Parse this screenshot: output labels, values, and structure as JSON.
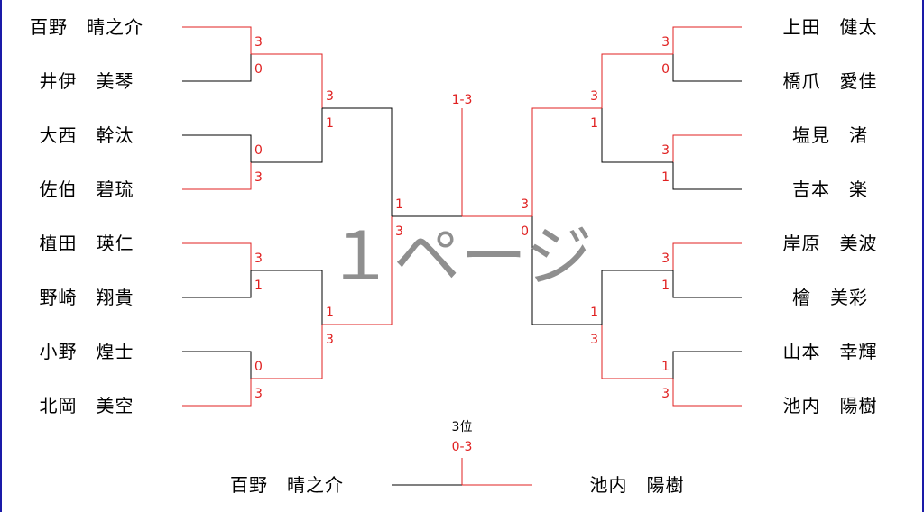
{
  "colors": {
    "winner_line": "#e02020",
    "loser_line": "#000000",
    "score_text": "#e02020",
    "watermark": "#8f8f8f",
    "frame": "#1a1aa8"
  },
  "watermark": "１ページ",
  "left_players": [
    "百野　晴之介",
    "井伊　美琴",
    "大西　幹汰",
    "佐伯　碧琉",
    "植田　瑛仁",
    "野崎　翔貴",
    "小野　煌士",
    "北岡　美空"
  ],
  "right_players": [
    "上田　健太",
    "橋爪　愛佳",
    "塩見　渚",
    "吉本　楽",
    "岸原　美波",
    "檜　美彩",
    "山本　幸輝",
    "池内　陽樹"
  ],
  "left_r1_scores": [
    [
      "3",
      "0"
    ],
    [
      "0",
      "3"
    ],
    [
      "3",
      "1"
    ],
    [
      "0",
      "3"
    ]
  ],
  "left_r2_scores": [
    [
      "3",
      "1"
    ],
    [
      "1",
      "3"
    ]
  ],
  "left_semi_scores": [
    "1",
    "3"
  ],
  "right_r1_scores": [
    [
      "3",
      "0"
    ],
    [
      "3",
      "1"
    ],
    [
      "3",
      "1"
    ],
    [
      "1",
      "3"
    ]
  ],
  "right_r2_scores": [
    [
      "3",
      "1"
    ],
    [
      "1",
      "3"
    ]
  ],
  "right_semi_scores": [
    "3",
    "0"
  ],
  "final_score": "1-3",
  "third_place": {
    "title": "3位",
    "score": "0-3",
    "left_player": "百野　晴之介",
    "right_player": "池内　陽樹"
  }
}
